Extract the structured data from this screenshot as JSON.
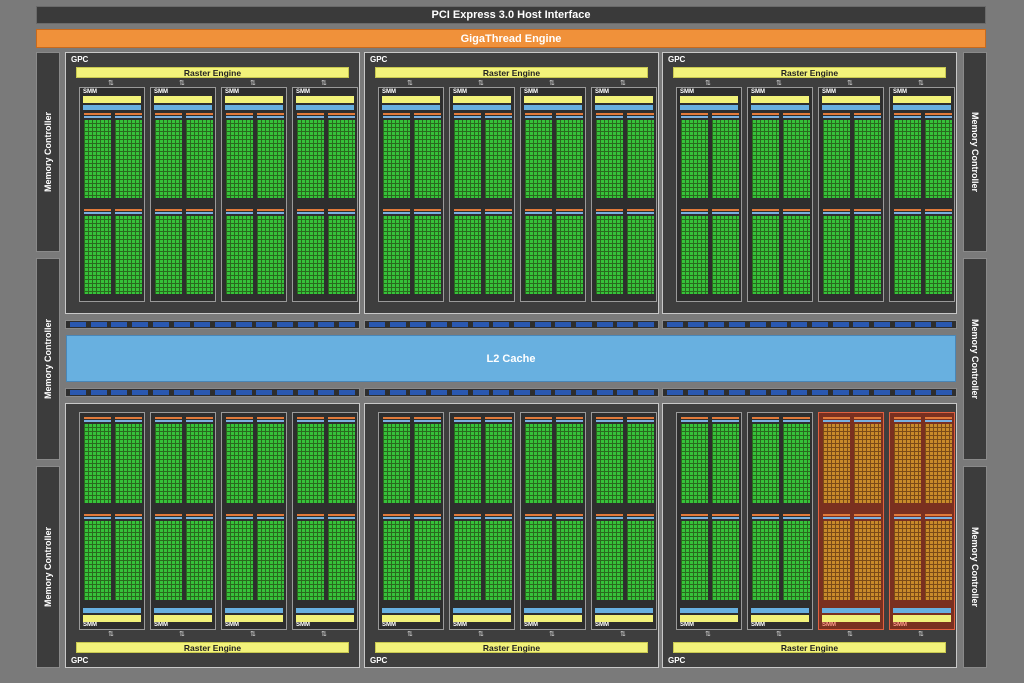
{
  "title": "PCI Express 3.0 Host Interface",
  "engine": "GigaThread Engine",
  "l2": "L2 Cache",
  "memory_controller": "Memory Controller",
  "gpc_label": "GPC",
  "raster_label": "Raster Engine",
  "smm_label": "SMM",
  "highlighted": [
    {
      "gpc": 5,
      "smm": 2
    },
    {
      "gpc": 5,
      "smm": 3
    }
  ],
  "colors": {
    "background": "#7a7a7a",
    "pcie": "#3a3a3a",
    "gigathread": "#f0913a",
    "l2": "#68b0e0",
    "raster": "#f2f27a",
    "core": "#36c23a",
    "highlight": "#c84a3a"
  }
}
